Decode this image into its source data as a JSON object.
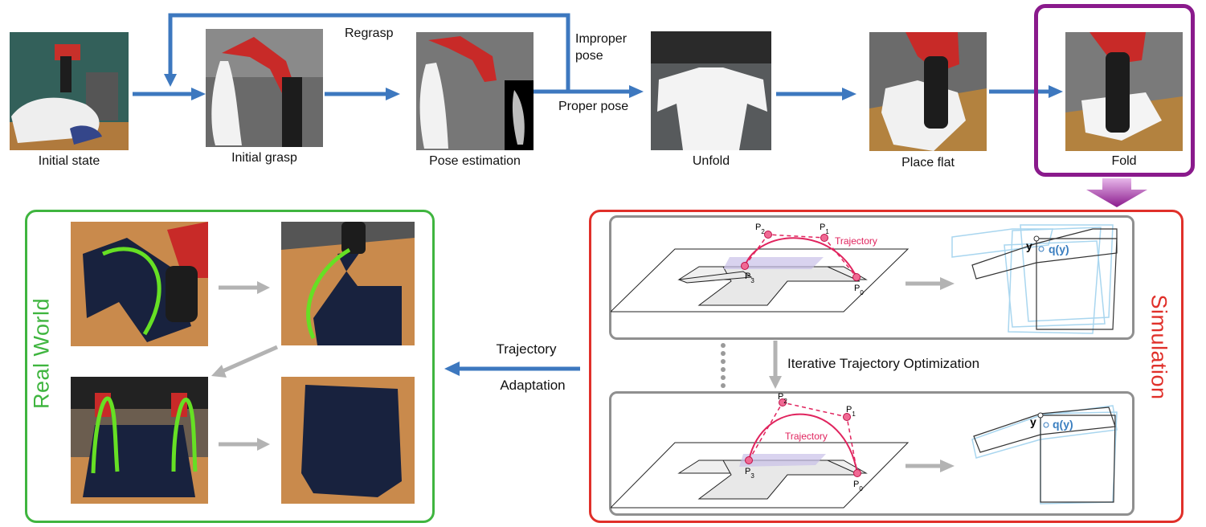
{
  "pipeline": {
    "stages": [
      {
        "label": "Initial state"
      },
      {
        "label": "Initial grasp"
      },
      {
        "label": "Pose estimation"
      },
      {
        "label": "Unfold"
      },
      {
        "label": "Place flat"
      },
      {
        "label": "Fold"
      }
    ],
    "regrasp_label": "Regrasp",
    "improper_pose_label_1": "Improper",
    "improper_pose_label_2": "pose",
    "proper_pose_label": "Proper pose"
  },
  "real_world": {
    "title": "Real World"
  },
  "simulation": {
    "title": "Simulation",
    "iterative_label": "Iterative Trajectory Optimization",
    "trajectory_label": "Trajectory",
    "points": [
      "P",
      "P",
      "P",
      "P"
    ],
    "point_subs": [
      "0",
      "1",
      "2",
      "3"
    ],
    "y_label": "y",
    "q_label": "q(y)"
  },
  "adaptation": {
    "line1": "Trajectory",
    "line2": "Adaptation"
  },
  "colors": {
    "arrow_blue": "#3d78bf",
    "real_world_green": "#3fb53f",
    "simulation_red": "#e0302a",
    "fold_purple": "#8a1a8c",
    "gray_arrow": "#b3b3b3",
    "trajectory_pink": "#e0245e",
    "cloth_blue": "#a9d6ef"
  }
}
